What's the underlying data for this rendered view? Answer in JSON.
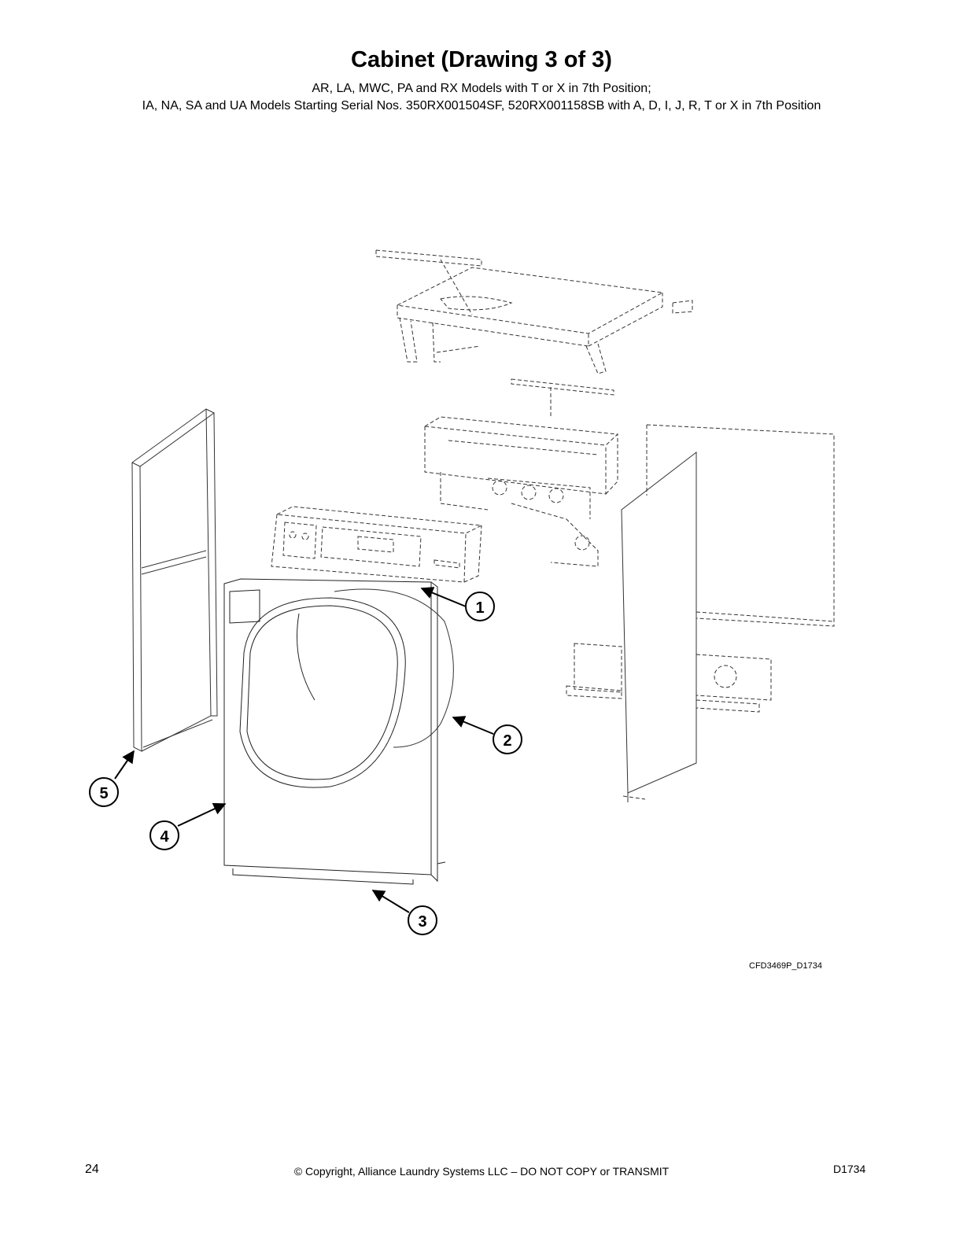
{
  "header": {
    "title": "Cabinet (Drawing 3 of 3)",
    "subtitle_line1": "AR, LA, MWC, PA and RX Models with T or X in 7th Position;",
    "subtitle_line2": "IA, NA, SA and UA Models Starting Serial Nos. 350RX001504SF, 520RX001158SB with A, D, I, J, R, T or X in 7th Position"
  },
  "diagram": {
    "drawing_code": "CFD3469P_D1734",
    "callouts": [
      "1",
      "2",
      "3",
      "4",
      "5"
    ]
  },
  "footer": {
    "page_number": "24",
    "copyright": "© Copyright, Alliance Laundry Systems LLC – DO NOT COPY or TRANSMIT",
    "doc_id": "D1734"
  }
}
